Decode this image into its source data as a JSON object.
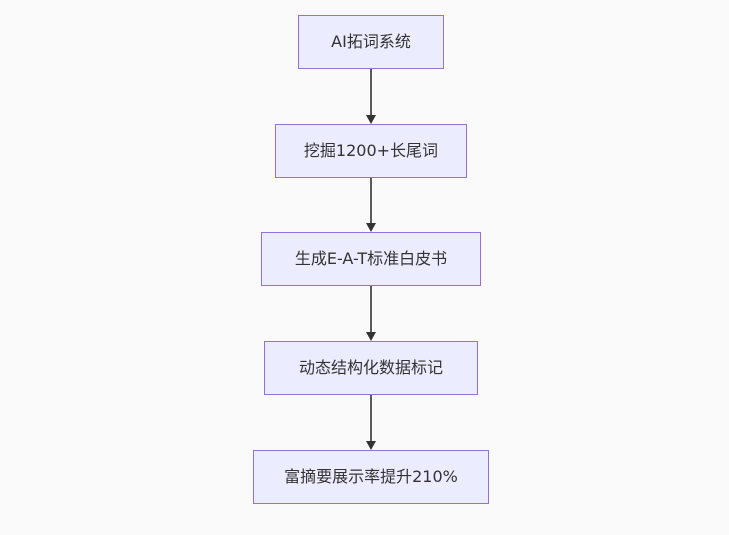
{
  "diagram": {
    "type": "flowchart-top-down",
    "nodes": [
      {
        "id": "node-1",
        "label": "AI拓词系统"
      },
      {
        "id": "node-2",
        "label": "挖掘1200+长尾词"
      },
      {
        "id": "node-3",
        "label": "生成E-A-T标准白皮书"
      },
      {
        "id": "node-4",
        "label": "动态结构化数据标记"
      },
      {
        "id": "node-5",
        "label": "富摘要展示率提升210%"
      }
    ],
    "edges": [
      {
        "from": "node-1",
        "to": "node-2"
      },
      {
        "from": "node-2",
        "to": "node-3"
      },
      {
        "from": "node-3",
        "to": "node-4"
      },
      {
        "from": "node-4",
        "to": "node-5"
      }
    ],
    "colors": {
      "node_fill": "#ECECFF",
      "node_border": "#9370DB",
      "node_text": "#333333",
      "edge_line": "#5b5b5b",
      "edge_arrow": "#333333",
      "background": "#fafafa"
    }
  }
}
